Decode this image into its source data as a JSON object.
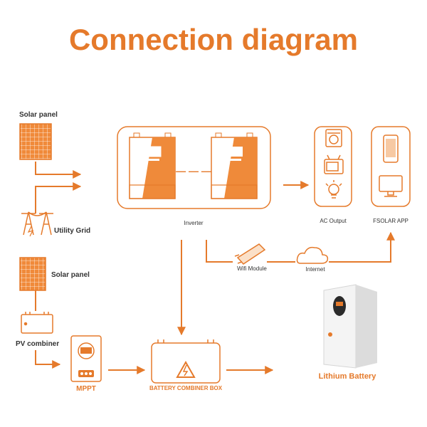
{
  "title": "Connection diagram",
  "labels": {
    "solar_panel_top": "Solar panel",
    "utility_grid": "Utility Grid",
    "solar_panel_bottom": "Solar panel",
    "pv_combiner": "PV combiner",
    "mppt": "MPPT",
    "battery_combiner_box": "BATTERY COMBINER BOX",
    "inverter": "Inverter",
    "ac_output": "AC Output",
    "fsolar_app": "FSOLAR APP",
    "wifi_module": "Wifi Module",
    "internet": "Internet",
    "lithium_battery": "Lithium Battery"
  },
  "colors": {
    "accent": "#e57a2b",
    "text": "#333333",
    "battery_body": "#f2f2f2"
  },
  "icons": [
    "solar-panel-icon",
    "utility-grid-icon",
    "inverter-icon",
    "washing-machine-icon",
    "tv-icon",
    "light-bulb-icon",
    "smartphone-icon",
    "monitor-icon",
    "wifi-module-icon",
    "cloud-icon",
    "pv-combiner-icon",
    "mppt-icon",
    "battery-combiner-icon",
    "lithium-battery-icon"
  ]
}
